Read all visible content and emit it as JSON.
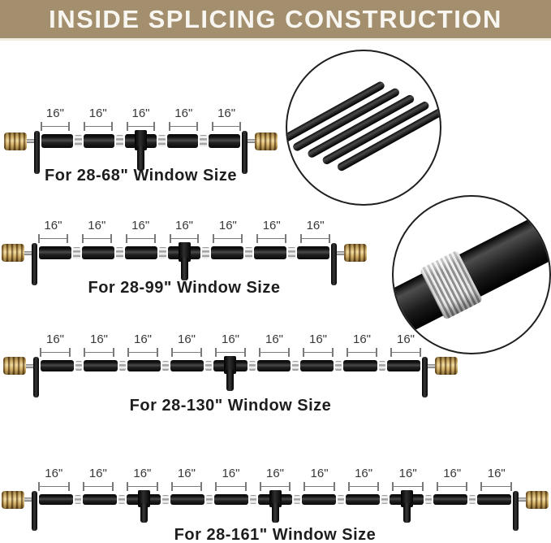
{
  "header": {
    "title": "INSIDE SPLICING CONSTRUCTION"
  },
  "diagrams": [
    {
      "segments": 5,
      "segment_label": "16\"",
      "caption": "For 28-68\" Window Size",
      "support_segments": [
        3
      ]
    },
    {
      "segments": 7,
      "segment_label": "16\"",
      "caption": "For 28-99\" Window Size",
      "support_segments": [
        4
      ]
    },
    {
      "segments": 9,
      "segment_label": "16\"",
      "caption": "For 28-130\" Window Size",
      "support_segments": [
        5
      ]
    },
    {
      "segments": 11,
      "segment_label": "16\"",
      "caption": "For 28-161\" Window Size",
      "support_segments": [
        3,
        6,
        9
      ]
    }
  ],
  "insets": {
    "rod_bundle": {
      "icon": "rod-bundle-photo",
      "rod_count": 5
    },
    "splice_closeup": {
      "icon": "splice-connector-photo"
    }
  },
  "colors": {
    "header_bg": "#a38e6e",
    "header_text": "#f8f6f0",
    "rod_black": "#161616",
    "connector_silver": "#d8d8d8",
    "finial_brass": "#c7a058",
    "dimension_gray": "#7a7a7a",
    "caption_text": "#1d1d1d"
  }
}
